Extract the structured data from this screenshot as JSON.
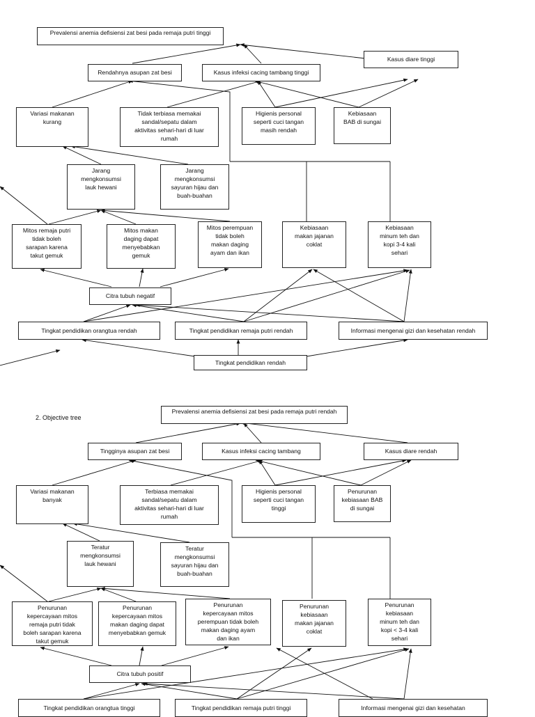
{
  "problem_tree": {
    "prevalence": "Prevalensi anemia defisiensi zat besi pada remaja putri tinggi",
    "low_intake": "Rendahnya asupan zat besi",
    "worm_infection": "Kasus infeksi cacing tambang tinggi",
    "diarrhea": "Kasus diare tinggi",
    "food_variety": "Variasi makanan\nkurang",
    "no_footwear": "Tidak terbiasa memakai\nsandal/sepatu dalam\naktivitas sehari-hari di luar\nrumah",
    "hygiene": "Higienis personal\nseperti cuci tangan\nmasih rendah",
    "bab_habit": "Kebiasaan\nBAB di sungai",
    "rare_animal": "Jarang\nmengkonsumsi\nlauk hewani",
    "rare_veg": "Jarang\nmengkonsumsi\nsayuran hijau dan\nbuah-buahan",
    "myth_breakfast": "Mitos remaja putri\ntidak boleh\nsarapan karena\ntakut gemuk",
    "myth_meat": "Mitos makan\ndaging dapat\nmenyebabkan\ngemuk",
    "myth_women": "Mitos perempuan\ntidak boleh\nmakan daging\nayam dan ikan",
    "snack_habit": "Kebiasaan\nmakan jajanan\ncoklat",
    "tea_habit": "Kebiasaan\nminum teh dan\nkopi 3-4 kali\nsehari",
    "body_image": "Citra tubuh negatif",
    "parent_edu": "Tingkat pendidikan orangtua rendah",
    "girl_edu": "Tingkat pendidikan remaja putri rendah",
    "info": "Informasi mengenai gizi dan kesehatan rendah",
    "low_edu": "Tingkat pendidikan rendah"
  },
  "objective_tree": {
    "heading": "2.   Objective tree",
    "prevalence": "Prevalensi anemia defisiensi zat besi pada remaja putri rendah",
    "high_intake": "Tingginya asupan zat besi",
    "worm_infection": "Kasus infeksi cacing tambang",
    "diarrhea": "Kasus diare rendah",
    "food_variety": "Variasi makanan\nbanyak",
    "footwear": "Terbiasa memakai\nsandal/sepatu dalam\naktivitas sehari-hari di luar\nrumah",
    "hygiene": "Higienis personal\nseperti cuci tangan\ntinggi",
    "bab_reduce": "Penurunan\nkebiasaan BAB\ndi sungai",
    "regular_animal": "Teratur\nmengkonsumsi\nlauk hewani",
    "regular_veg": "Teratur\nmengkonsumsi\nsayuran hijau dan\nbuah-buahan",
    "myth_breakfast": "Penurunan\nkepercayaan mitos\nremaja putri tidak\nboleh sarapan karena\ntakut gemuk",
    "myth_meat": "Penurunan\nkepercayaan mitos\nmakan daging dapat\nmenyebabkan gemuk",
    "myth_women": "Penurunan\nkepercayaan mitos\nperempuan tidak boleh\nmakan daging ayam\ndan ikan",
    "snack_reduce": "Penurunan\nkebiasaan\nmakan jajanan\ncoklat",
    "tea_reduce": "Penurunan\nkebiasaan\nminum teh dan\nkopi < 3-4 kali\nsehari",
    "body_image": "Citra tubuh positif",
    "parent_edu": "Tingkat pendidikan orangtua tinggi",
    "girl_edu": "Tingkat pendidikan remaja putri tinggi",
    "info": "Informasi mengenai gizi dan kesehatan"
  }
}
